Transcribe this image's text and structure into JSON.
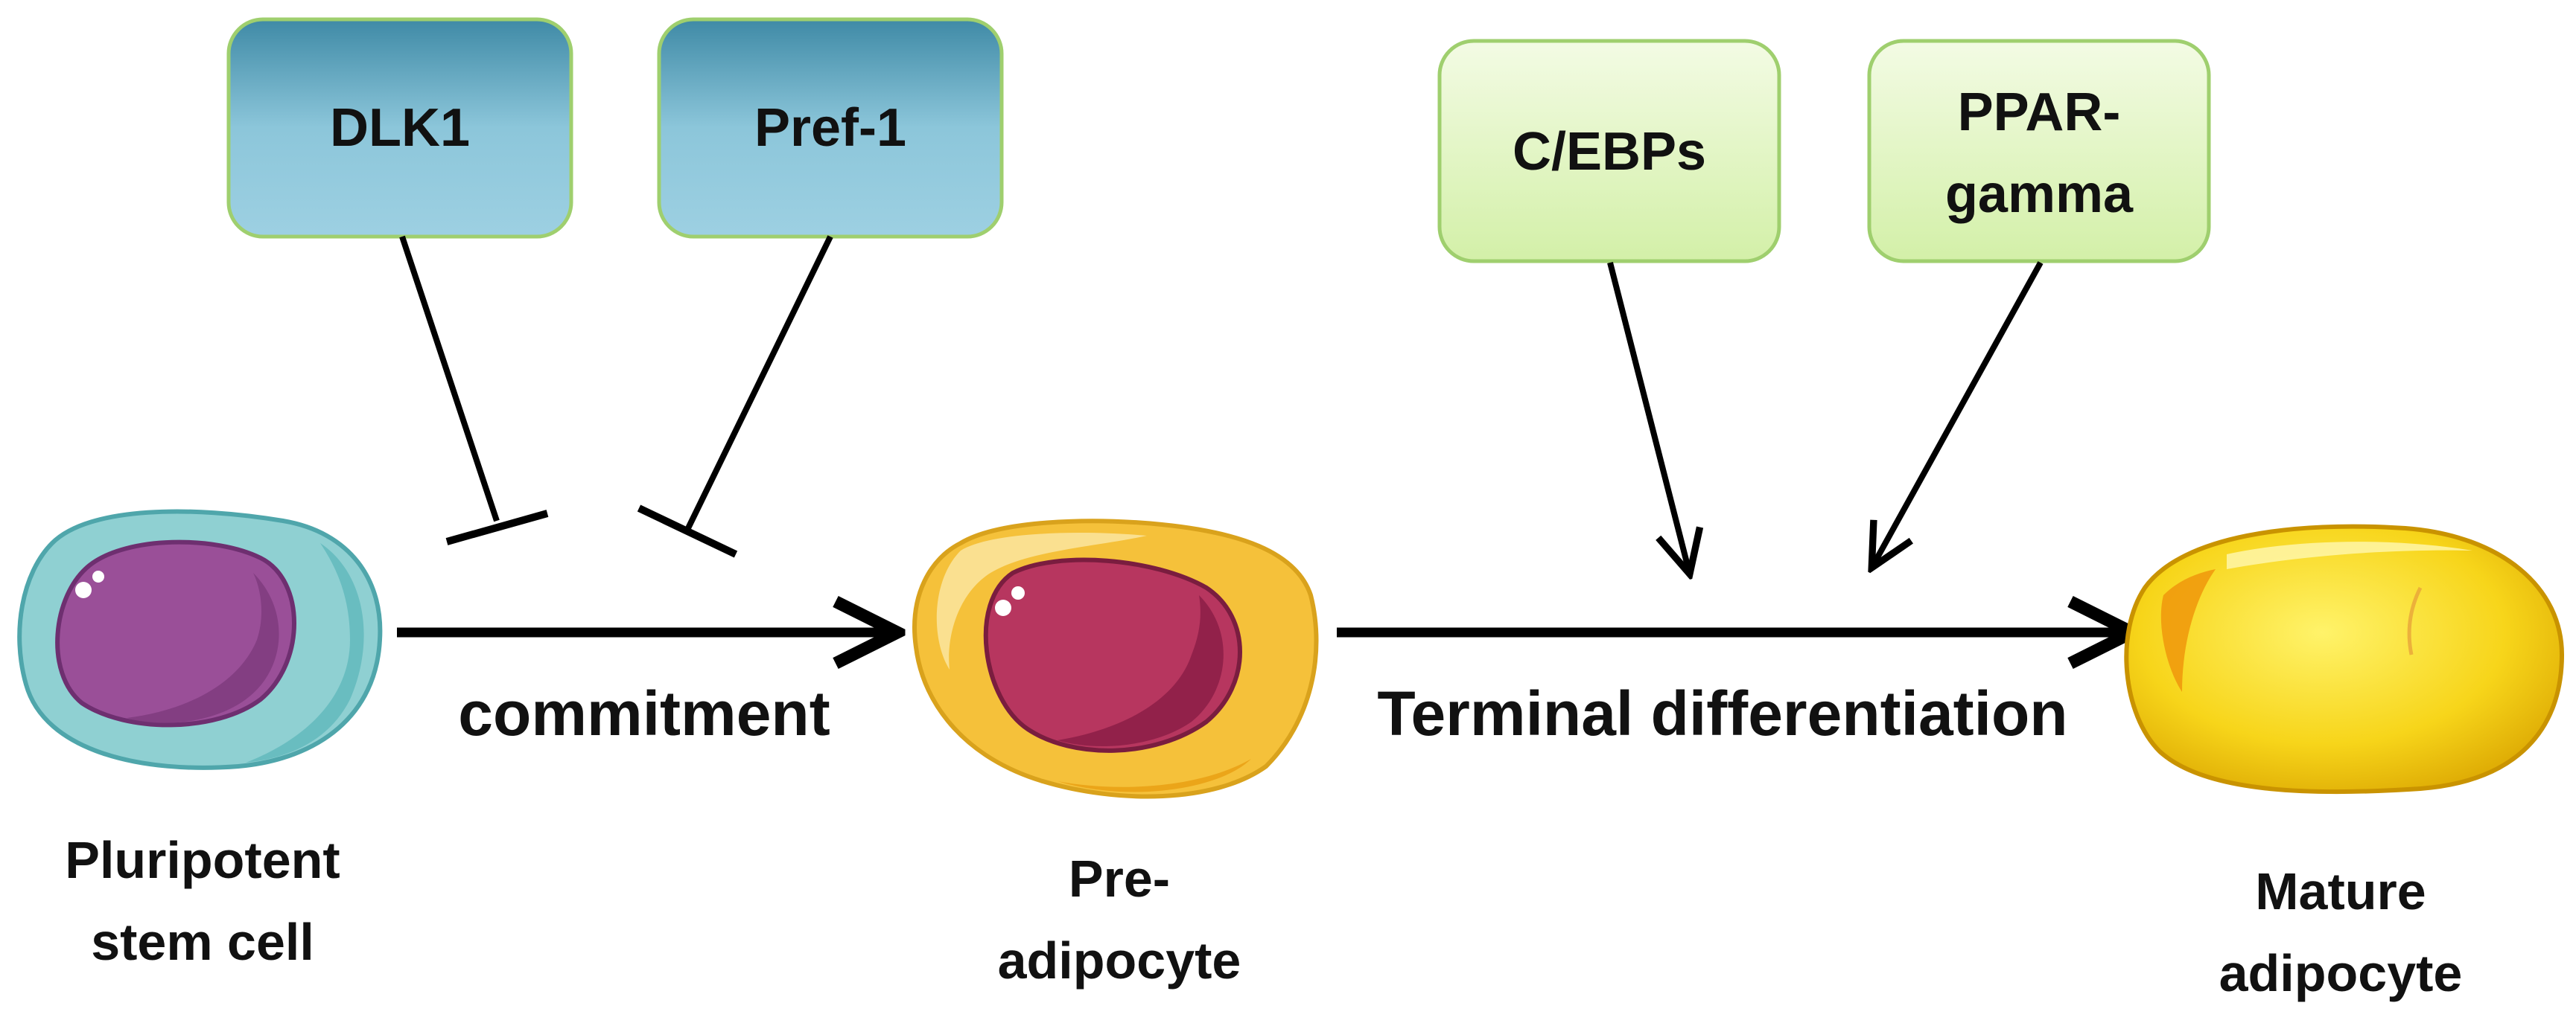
{
  "regulators": {
    "dlk1": {
      "label": "DLK1",
      "color_top": "#3f8aa6",
      "color_bottom": "#9dd0e2"
    },
    "pref1": {
      "label": "Pref-1",
      "color_top": "#3f8aa6",
      "color_bottom": "#9dd0e2"
    },
    "cebps": {
      "label": "C/EBPs",
      "color_top": "#f3fbe4",
      "color_bottom": "#d3f0a8"
    },
    "pparg": {
      "label_line1": "PPAR-",
      "label_line2": "gamma",
      "color_top": "#f3fbe4",
      "color_bottom": "#d3f0a8"
    }
  },
  "processes": {
    "commitment": {
      "label": "commitment"
    },
    "terminal": {
      "label": "Terminal differentiation"
    }
  },
  "cells": {
    "stem": {
      "label_line1": "Pluripotent",
      "label_line2": "stem cell",
      "body_color": "#8fd0d2",
      "nucleus_color": "#9a4f98"
    },
    "pre": {
      "label_line1": "Pre-",
      "label_line2": "adipocyte",
      "body_color": "#f5c13a",
      "nucleus_color": "#b7365f"
    },
    "mature": {
      "label_line1": "Mature",
      "label_line2": "adipocyte",
      "body_color": "#f7d51a"
    }
  },
  "edges": [
    {
      "from": "dlk1",
      "to": "commitment",
      "type": "inhibition"
    },
    {
      "from": "pref1",
      "to": "commitment",
      "type": "inhibition"
    },
    {
      "from": "cebps",
      "to": "terminal",
      "type": "activation"
    },
    {
      "from": "pparg",
      "to": "terminal",
      "type": "activation"
    },
    {
      "from": "stem",
      "to": "pre",
      "type": "progression"
    },
    {
      "from": "pre",
      "to": "mature",
      "type": "progression"
    }
  ]
}
